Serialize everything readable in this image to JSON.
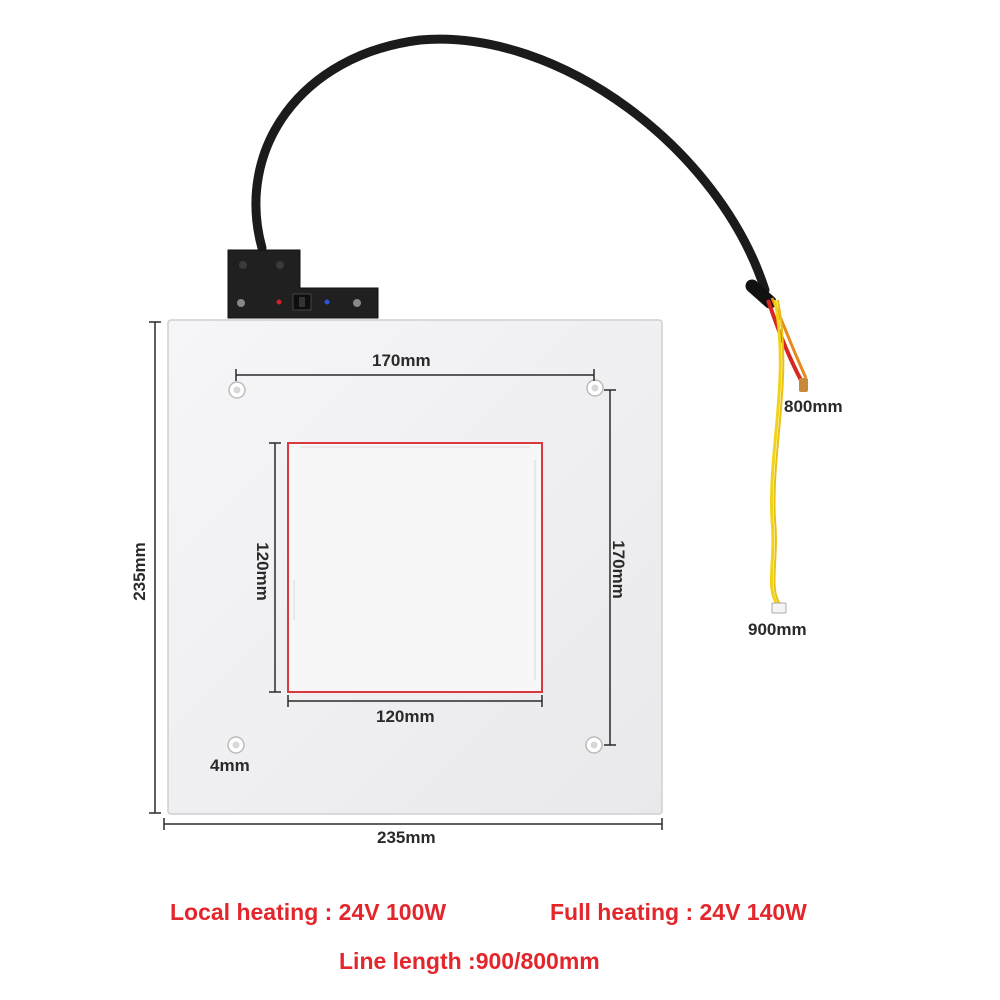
{
  "dimensions": {
    "mount_width": "170mm",
    "mount_height": "170mm",
    "local_width": "120mm",
    "local_height": "120mm",
    "plate_width": "235mm",
    "plate_height": "235mm",
    "hole_diameter": "4mm",
    "cable_main": "800mm",
    "cable_sensor": "900mm"
  },
  "specs": {
    "local_heating": "Local heating : 24V 100W",
    "full_heating": "Full heating : 24V 140W",
    "line_length": "Line length :900/800mm"
  },
  "colors": {
    "spec_text": "#e3262b",
    "local_zone_outline": "#d9383e",
    "plate": "#f3f3f5",
    "cable": "#1b1b1b",
    "sensor_wire": "#f2d21a"
  }
}
